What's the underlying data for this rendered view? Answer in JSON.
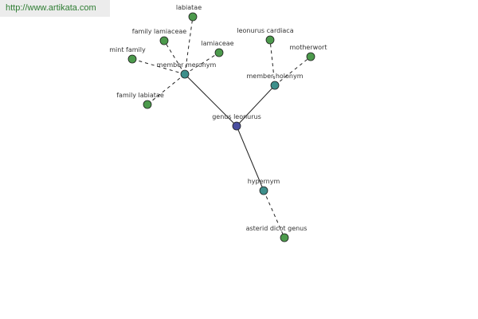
{
  "watermark": "http://www.artikata.com",
  "colors": {
    "root": "#4a4fa0",
    "relation": "#3e8f8b",
    "leaf": "#4c9a4c"
  },
  "nodes": [
    {
      "id": "genus-leonurus",
      "label": "genus leonurus",
      "kind": "root"
    },
    {
      "id": "member-meronym",
      "label": "member meronym",
      "kind": "relation"
    },
    {
      "id": "member-holonym",
      "label": "member holonym",
      "kind": "relation"
    },
    {
      "id": "hypernym",
      "label": "hypernym",
      "kind": "relation"
    },
    {
      "id": "labiatae",
      "label": "labiatae",
      "kind": "leaf"
    },
    {
      "id": "family-lamiaceae",
      "label": "family lamiaceae",
      "kind": "leaf"
    },
    {
      "id": "lamiaceae",
      "label": "lamiaceae",
      "kind": "leaf"
    },
    {
      "id": "mint-family",
      "label": "mint family",
      "kind": "leaf"
    },
    {
      "id": "family-labiatae",
      "label": "family labiatae",
      "kind": "leaf"
    },
    {
      "id": "leonurus-cardiaca",
      "label": "leonurus cardiaca",
      "kind": "leaf"
    },
    {
      "id": "motherwort",
      "label": "motherwort",
      "kind": "leaf"
    },
    {
      "id": "asterid-dicot-genus",
      "label": "asterid dicot genus",
      "kind": "leaf"
    }
  ],
  "edges": [
    {
      "from": "genus-leonurus",
      "to": "member-meronym",
      "style": "solid"
    },
    {
      "from": "genus-leonurus",
      "to": "member-holonym",
      "style": "solid"
    },
    {
      "from": "genus-leonurus",
      "to": "hypernym",
      "style": "solid"
    },
    {
      "from": "member-meronym",
      "to": "labiatae",
      "style": "dashed"
    },
    {
      "from": "member-meronym",
      "to": "family-lamiaceae",
      "style": "dashed"
    },
    {
      "from": "member-meronym",
      "to": "lamiaceae",
      "style": "dashed"
    },
    {
      "from": "member-meronym",
      "to": "mint-family",
      "style": "dashed"
    },
    {
      "from": "member-meronym",
      "to": "family-labiatae",
      "style": "dashed"
    },
    {
      "from": "member-holonym",
      "to": "leonurus-cardiaca",
      "style": "dashed"
    },
    {
      "from": "member-holonym",
      "to": "motherwort",
      "style": "dashed"
    },
    {
      "from": "hypernym",
      "to": "asterid-dicot-genus",
      "style": "dashed"
    }
  ]
}
